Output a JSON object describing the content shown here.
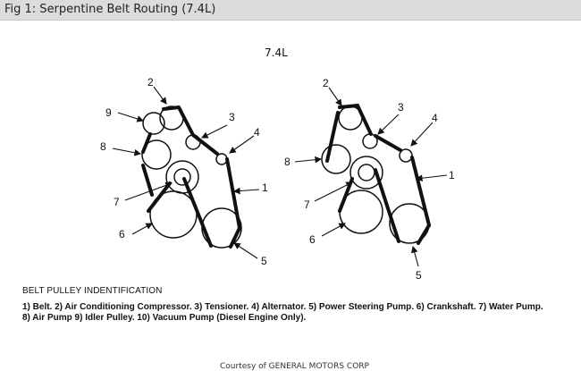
{
  "header": {
    "title": "Fig 1: Serpentine Belt Routing (7.4L)"
  },
  "diagram": {
    "engine_label": "7.4L",
    "left_callouts": [
      "1",
      "2",
      "3",
      "4",
      "5",
      "6",
      "7",
      "8",
      "9"
    ],
    "right_callouts": [
      "1",
      "2",
      "3",
      "4",
      "5",
      "6",
      "7",
      "8"
    ]
  },
  "legend": {
    "title": "BELT PULLEY INDENTIFICATION",
    "line1": "1) Belt. 2) Air Conditioning Compressor. 3) Tensioner. 4) Alternator. 5) Power Steering Pump. 6) Crankshaft. 7) Water Pump.",
    "line2": "8) Air Pump 9) Idler Pulley. 10) Vacuum Pump (Diesel Engine Only)."
  },
  "footer": {
    "credit": "Courtesy of GENERAL MOTORS CORP"
  }
}
